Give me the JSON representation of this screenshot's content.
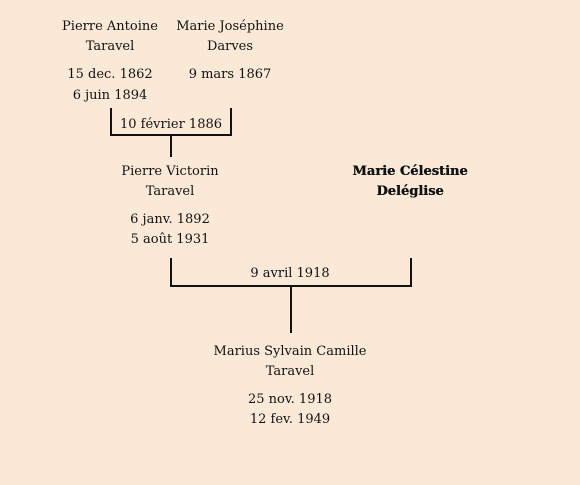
{
  "generation_1": {
    "father": {
      "name_first": "Pierre Antoine",
      "name_last": "Taravel",
      "birth": "15 dec. 1862",
      "death": "6 juin 1894"
    },
    "mother": {
      "name_first": "Marie Joséphine",
      "name_last": "Darves",
      "birth": "9 mars 1867"
    },
    "marriage_date": "10 février 1886"
  },
  "generation_2": {
    "father": {
      "name_first": "Pierre Victorin",
      "name_last": "Taravel",
      "birth": "6 janv. 1892",
      "death": "5 août 1931"
    },
    "mother": {
      "name_first": "Marie Célestine",
      "name_last": "Deléglise"
    },
    "marriage_date": "9 avril 1918"
  },
  "generation_3": {
    "child": {
      "name_first": "Marius Sylvain Camille",
      "name_last": "Taravel",
      "birth": "25 nov. 1918",
      "death": "12 fev. 1949"
    }
  }
}
